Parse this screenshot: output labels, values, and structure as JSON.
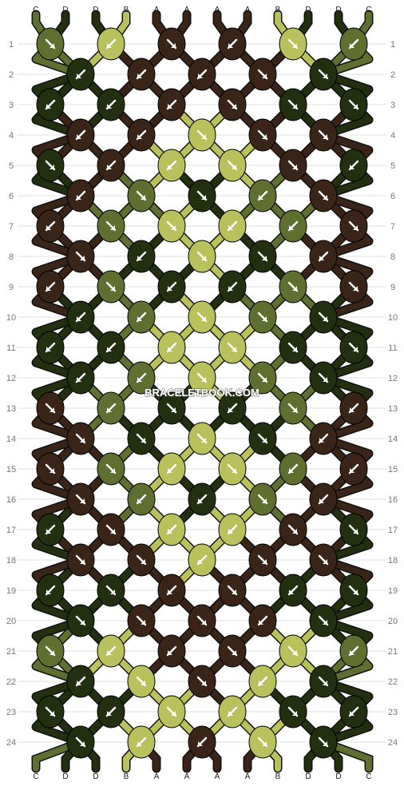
{
  "watermark": "BRACELETBOOK.COM",
  "colors": {
    "A": "#3a2418",
    "B": "#b9c15d",
    "C": "#5e6f30",
    "D": "#223010"
  },
  "strings": [
    "C",
    "D",
    "D",
    "B",
    "A",
    "A",
    "A",
    "A",
    "B",
    "D",
    "D",
    "C"
  ],
  "row_labels": [
    "1",
    "2",
    "3",
    "4",
    "5",
    "6",
    "7",
    "8",
    "9",
    "10",
    "11",
    "12",
    "13",
    "14",
    "15",
    "16",
    "17",
    "18",
    "19",
    "20",
    "21",
    "22",
    "23",
    "24"
  ],
  "knots": [
    [
      "C",
      "B",
      "A",
      "A",
      "B",
      "C"
    ],
    [
      "D",
      "A",
      "A",
      "A",
      "D"
    ],
    [
      "D",
      "D",
      "A",
      "A",
      "D",
      "D"
    ],
    [
      "A",
      "A",
      "B",
      "A",
      "A"
    ],
    [
      "D",
      "A",
      "B",
      "B",
      "A",
      "D"
    ],
    [
      "A",
      "C",
      "D",
      "C",
      "A"
    ],
    [
      "A",
      "C",
      "B",
      "B",
      "C",
      "A"
    ],
    [
      "A",
      "D",
      "B",
      "D",
      "A"
    ],
    [
      "A",
      "C",
      "D",
      "D",
      "C",
      "A"
    ],
    [
      "D",
      "C",
      "B",
      "C",
      "D"
    ],
    [
      "D",
      "D",
      "B",
      "B",
      "D",
      "D"
    ],
    [
      "D",
      "C",
      "B",
      "C",
      "D"
    ],
    [
      "A",
      "C",
      "D",
      "D",
      "C",
      "A"
    ],
    [
      "A",
      "D",
      "B",
      "D",
      "A"
    ],
    [
      "A",
      "C",
      "B",
      "B",
      "C",
      "A"
    ],
    [
      "A",
      "C",
      "D",
      "C",
      "A"
    ],
    [
      "D",
      "A",
      "B",
      "B",
      "A",
      "D"
    ],
    [
      "A",
      "A",
      "B",
      "A",
      "A"
    ],
    [
      "D",
      "D",
      "A",
      "A",
      "D",
      "D"
    ],
    [
      "D",
      "A",
      "A",
      "A",
      "D"
    ],
    [
      "C",
      "B",
      "A",
      "A",
      "B",
      "C"
    ],
    [
      "D",
      "B",
      "A",
      "B",
      "D"
    ],
    [
      "D",
      "D",
      "B",
      "B",
      "D",
      "D"
    ],
    [
      "D",
      "B",
      "A",
      "B",
      "D"
    ]
  ],
  "knot_dirs": [
    [
      "se",
      "sw",
      "se",
      "sw",
      "se",
      "sw"
    ],
    [
      "sw",
      "sw",
      "sw",
      "se",
      "se"
    ],
    [
      "sw",
      "sw",
      "sw",
      "se",
      "se",
      "se"
    ],
    [
      "sw",
      "sw",
      "se",
      "se",
      "se"
    ],
    [
      "se",
      "sw",
      "sw",
      "se",
      "se",
      "sw"
    ],
    [
      "sw",
      "se",
      "se",
      "sw",
      "se"
    ],
    [
      "sw",
      "se",
      "se",
      "sw",
      "sw",
      "se"
    ],
    [
      "se",
      "sw",
      "se",
      "se",
      "sw"
    ],
    [
      "sw",
      "se",
      "sw",
      "sw",
      "se",
      "se"
    ],
    [
      "sw",
      "sw",
      "se",
      "se",
      "se"
    ],
    [
      "sw",
      "sw",
      "sw",
      "se",
      "se",
      "se"
    ],
    [
      "sw",
      "sw",
      "se",
      "se",
      "se"
    ],
    [
      "se",
      "sw",
      "se",
      "sw",
      "se",
      "sw"
    ],
    [
      "se",
      "se",
      "se",
      "se",
      "sw"
    ],
    [
      "se",
      "se",
      "sw",
      "se",
      "sw",
      "sw"
    ],
    [
      "se",
      "sw",
      "sw",
      "se",
      "sw"
    ],
    [
      "sw",
      "se",
      "sw",
      "sw",
      "se",
      "se"
    ],
    [
      "se",
      "se",
      "sw",
      "se",
      "se"
    ],
    [
      "sw",
      "se",
      "sw",
      "se",
      "sw",
      "se"
    ],
    [
      "se",
      "se",
      "se",
      "sw",
      "se"
    ],
    [
      "se",
      "sw",
      "sw",
      "se",
      "se",
      "sw"
    ],
    [
      "sw",
      "se",
      "se",
      "sw",
      "se"
    ],
    [
      "se",
      "sw",
      "se",
      "sw",
      "se",
      "sw"
    ],
    [
      "se",
      "sw",
      "sw",
      "se",
      "se"
    ]
  ]
}
